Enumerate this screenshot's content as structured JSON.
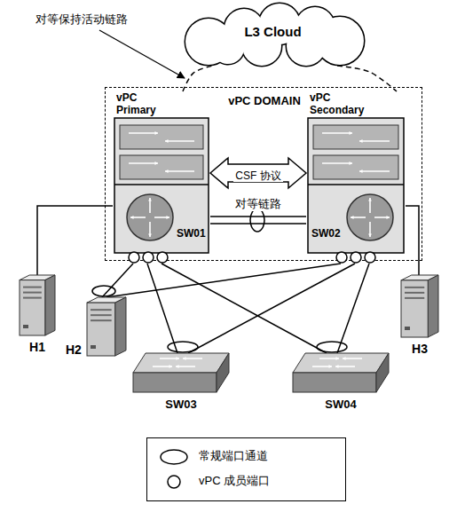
{
  "diagram": {
    "nodes": [
      {
        "text": [
          "L3 Cloud"
        ]
      },
      {
        "text": [
          "vPC DOMAIN"
        ]
      },
      {
        "text": [
          "vPC Primary",
          "SW01"
        ],
        "in": 1
      },
      {
        "text": [
          "vPC Secondary",
          "SW02"
        ],
        "in": 1
      },
      {
        "text": [
          "H1"
        ]
      },
      {
        "text": [
          "H2"
        ]
      },
      {
        "text": [
          "H3"
        ]
      },
      {
        "text": [
          "SW03"
        ]
      },
      {
        "text": [
          "SW04"
        ]
      }
    ],
    "edges": [
      {
        "from": 2,
        "to": 0,
        "arrow": "none"
      },
      {
        "from": 0,
        "to": 3,
        "arrow": "none"
      },
      {
        "from": 2,
        "to": 3,
        "label": "CSF 协议",
        "arrow": "both"
      },
      {
        "from": 2,
        "to": 3,
        "label": "对等链路",
        "arrow": "none"
      },
      {
        "from": 2,
        "to": 4,
        "arrow": "none"
      },
      {
        "from": 2,
        "to": 5,
        "arrow": "none"
      },
      {
        "from": 2,
        "to": 7,
        "arrow": "none"
      },
      {
        "from": 2,
        "to": 8,
        "arrow": "none"
      },
      {
        "from": 3,
        "to": 5,
        "arrow": "none"
      },
      {
        "from": 3,
        "to": 7,
        "arrow": "none"
      },
      {
        "from": 3,
        "to": 8,
        "arrow": "none"
      },
      {
        "from": 3,
        "to": 6,
        "arrow": "none"
      }
    ],
    "labels": [
      "对等保持活动链路"
    ],
    "legend": [
      {
        "text": "常规端口通道"
      },
      {
        "text": "vPC 成员端口"
      }
    ]
  }
}
